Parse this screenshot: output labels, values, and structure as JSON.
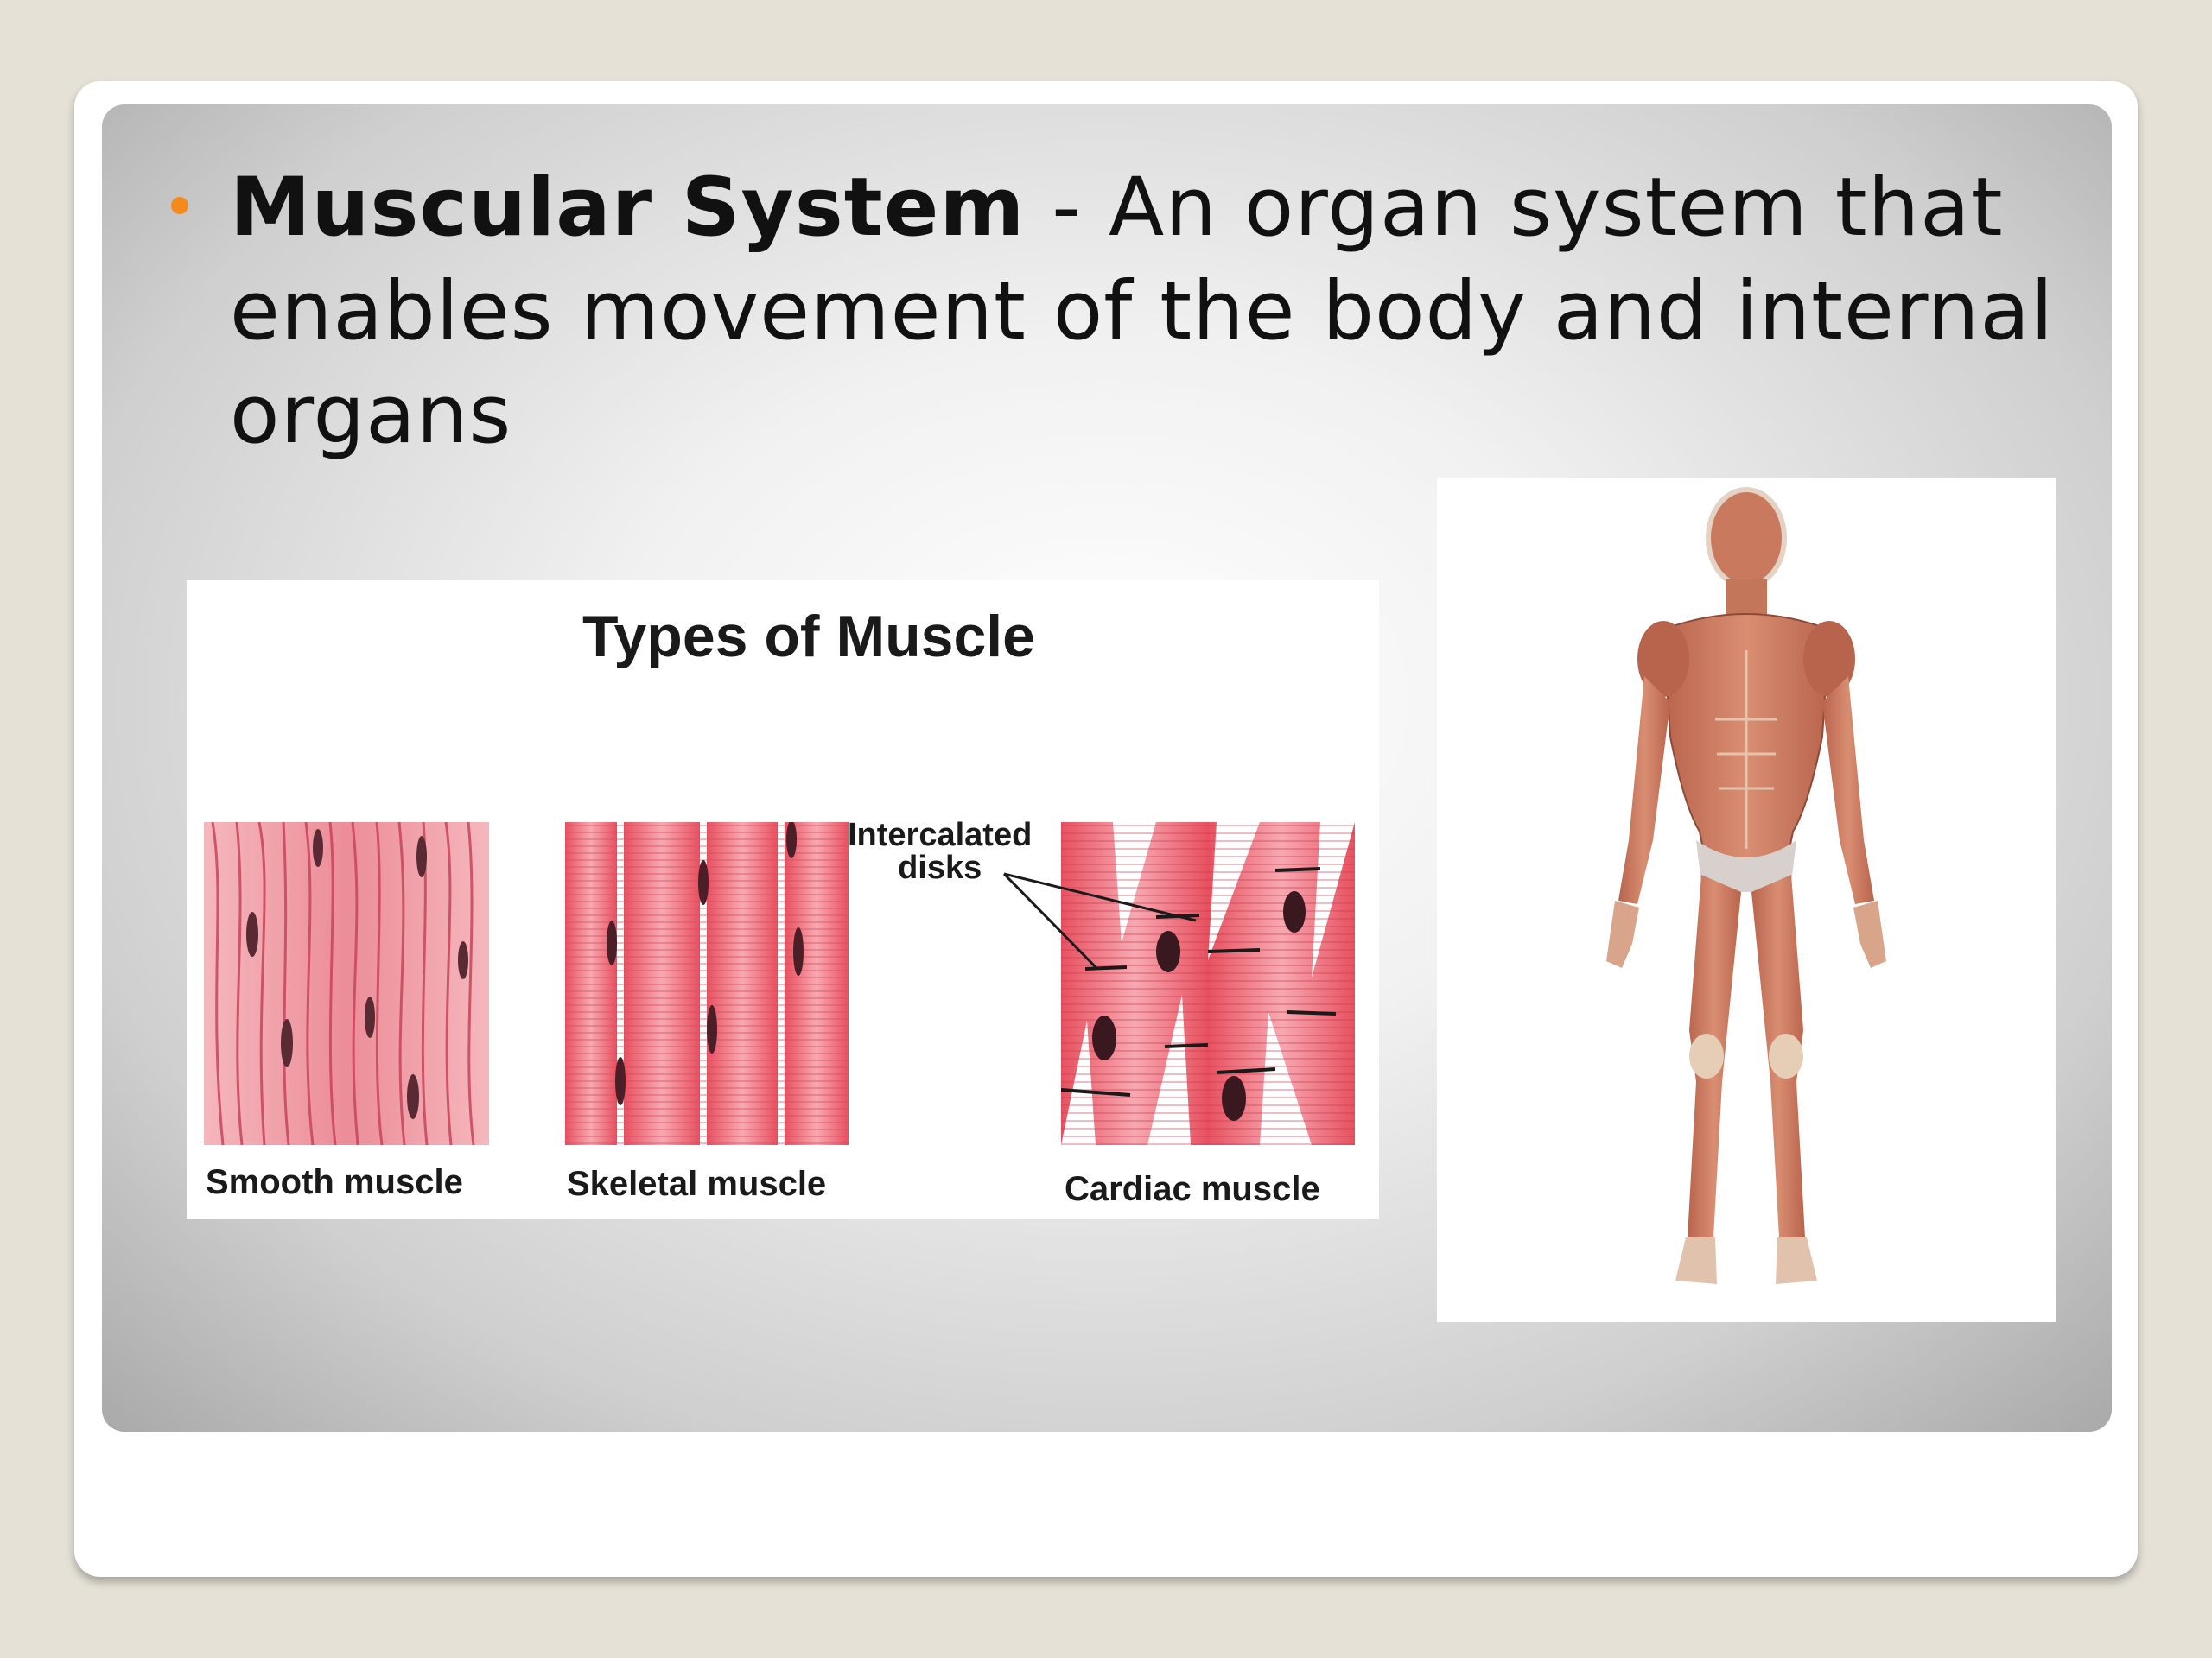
{
  "slide": {
    "bullet": {
      "term": "Muscular System",
      "definition": " - An organ system that enables movement of the body and internal organs"
    },
    "muscle_types_figure": {
      "title": "Types of Muscle",
      "captions": {
        "smooth": "Smooth muscle",
        "skeletal": "Skeletal muscle",
        "cardiac": "Cardiac muscle"
      },
      "annotation_line1": "Intercalated",
      "annotation_line2": "disks"
    },
    "colors": {
      "accent_bullet": "#f28a1e",
      "muscle_pink": "#e85a68"
    }
  }
}
